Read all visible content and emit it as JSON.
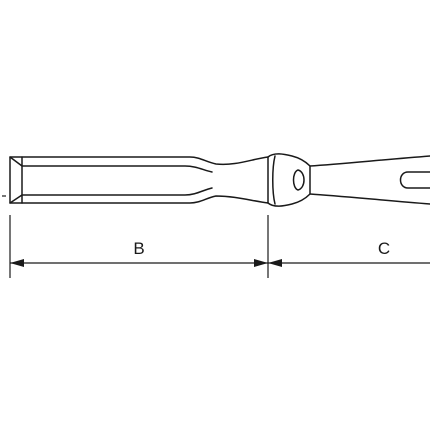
{
  "diagram": {
    "dimensions": [
      {
        "id": "B",
        "label": "B"
      },
      {
        "id": "C",
        "label": "C"
      }
    ],
    "colors": {
      "line": "#1a1a1a",
      "background": "#ffffff"
    }
  }
}
